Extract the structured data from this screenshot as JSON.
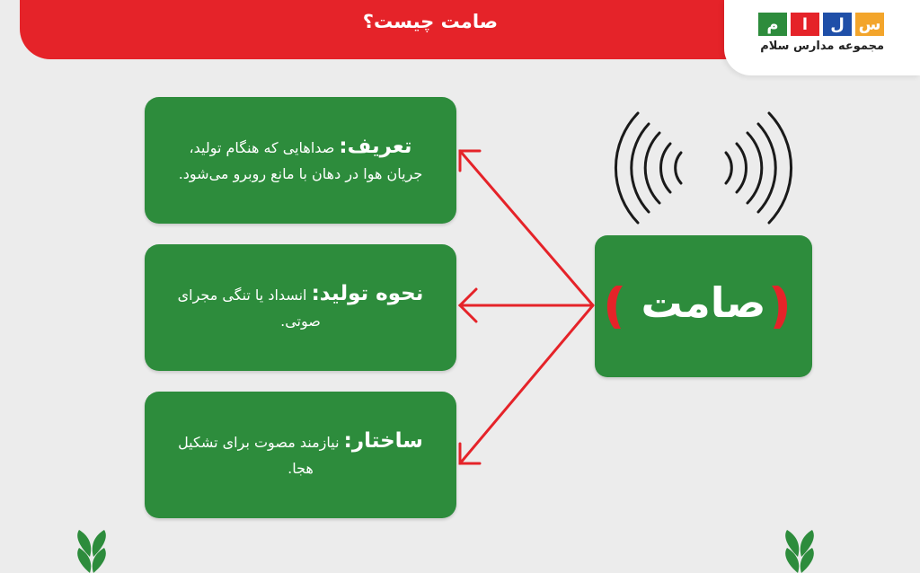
{
  "header": {
    "title": "صامت چیست؟",
    "logo_letters": [
      "م",
      "ا",
      "ل",
      "س"
    ],
    "logo_name": "مجموعه مدارس سلام"
  },
  "colors": {
    "green": "#2d8c3c",
    "red": "#e52329",
    "logo_block_colors": [
      "#2d8c3c",
      "#e52329",
      "#1f4fa8",
      "#f3a52b"
    ]
  },
  "center": {
    "label": "صامت"
  },
  "cards": [
    {
      "title": "تعریف:",
      "text": "صداهایی که هنگام تولید، جریان هوا در دهان با مانع روبرو می‌شود."
    },
    {
      "title": "نحوه تولید:",
      "text": "انسداد یا تنگی مجرای صوتی."
    },
    {
      "title": "ساختار:",
      "text": "نیازمند مصوت برای تشکیل هجا."
    }
  ],
  "icons": {
    "sound_waves": "sound-waves-icon",
    "leaf": "sprout-icon"
  }
}
